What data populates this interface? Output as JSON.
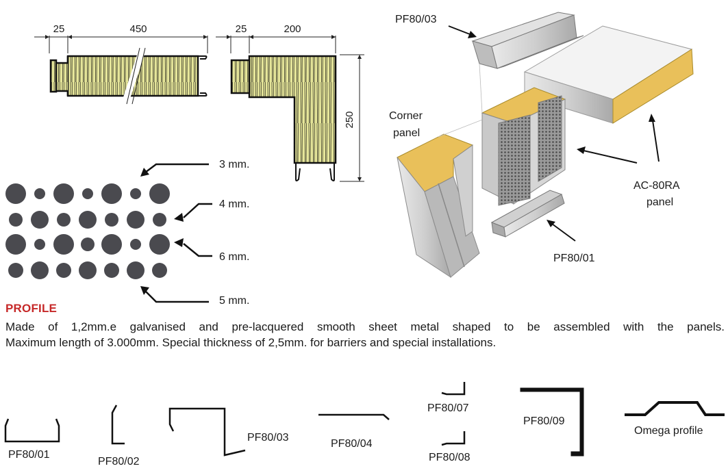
{
  "dimensions": {
    "straight_flange": "25",
    "straight_width": "450",
    "corner_flange": "25",
    "corner_width": "200",
    "corner_height": "250"
  },
  "perforations": {
    "label_3": "3 mm.",
    "label_4": "4 mm.",
    "label_6": "6 mm.",
    "label_5": "5 mm."
  },
  "exploded_view": {
    "top_profile": "PF80/03",
    "corner_panel_line1": "Corner",
    "corner_panel_line2": "panel",
    "panel_line1": "AC-80RA",
    "panel_line2": "panel",
    "bottom_profile": "PF80/01"
  },
  "profile_section": {
    "heading": "PROFILE",
    "line1": "Made of 1,2mm.e galvanised and pre-lacquered smooth sheet metal shaped to be assembled with the panels.",
    "line2": "Maximum length of 3.000mm. Special thickness of 2,5mm. for barriers and special installations."
  },
  "profiles": [
    {
      "label": "PF80/01"
    },
    {
      "label": "PF80/02"
    },
    {
      "label": "PF80/03"
    },
    {
      "label": "PF80/04"
    },
    {
      "label": "PF80/07"
    },
    {
      "label": "PF80/08"
    },
    {
      "label": "PF80/09"
    },
    {
      "label": "Omega profile"
    }
  ],
  "colors": {
    "insulation": "#e6e69a",
    "insulation_top": "#e9c05a",
    "metal": "#c8c8c8",
    "accent_heading": "#c62828",
    "dots": "#4a4a4f"
  }
}
